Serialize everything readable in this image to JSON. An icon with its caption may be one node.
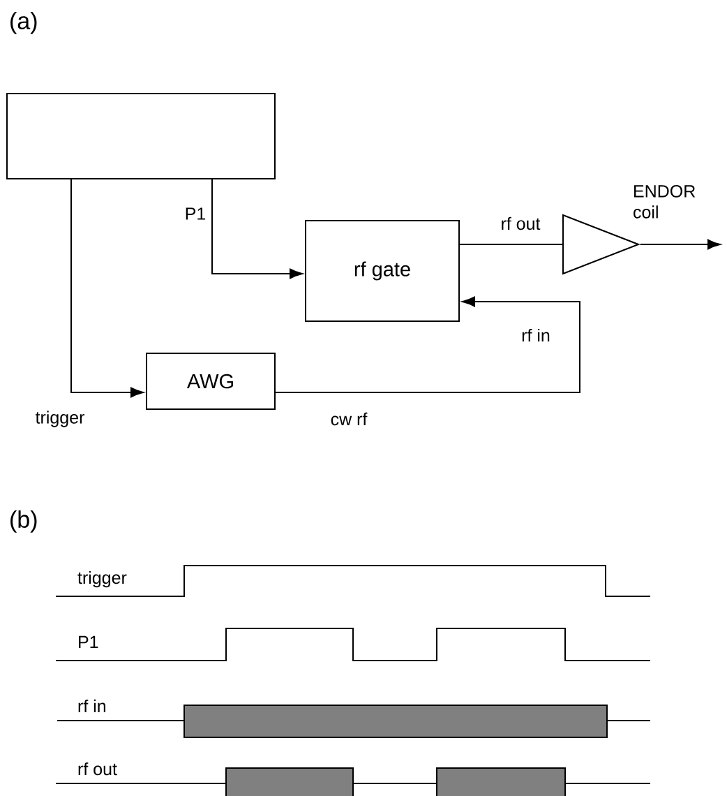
{
  "diagram": {
    "nodes": [
      {
        "text": [],
        "shape": "box"
      },
      {
        "text": [
          "rf gate"
        ]
      },
      {
        "text": [
          "AWG"
        ]
      },
      {
        "text": [],
        "shape": "triangle"
      }
    ],
    "edges": [
      {
        "from": 0,
        "to": 1,
        "arrow": "to",
        "label": "P1"
      },
      {
        "from": 0,
        "to": 2,
        "arrow": "to",
        "label": "trigger"
      },
      {
        "from": 2,
        "to": 1,
        "arrow": "to",
        "label": "cw rf"
      },
      {
        "from": 1,
        "to": 3,
        "arrow": "none",
        "label": "rf out"
      },
      {
        "from": 3,
        "to": null,
        "arrow": "to",
        "label": "ENDOR coil"
      }
    ],
    "labels": [
      "(a)",
      "rf in",
      "(b)",
      "trigger",
      "P1",
      "rf in",
      "rf out"
    ]
  }
}
